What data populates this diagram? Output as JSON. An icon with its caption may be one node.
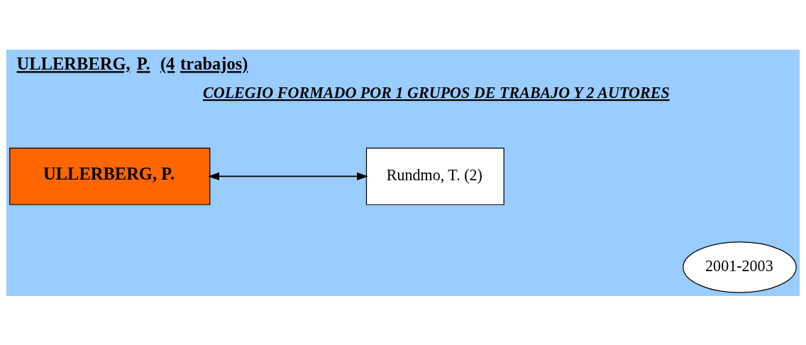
{
  "diagram": {
    "title": "ULLERBERG, P.  (4 trabajos)",
    "nodes": [
      {
        "text": [
          "ULLERBERG, P."
        ]
      },
      {
        "text": [
          "Rundmo, T. (2)"
        ]
      },
      {
        "text": [
          "2001-2003"
        ]
      }
    ],
    "edges": [
      {
        "from": 0,
        "to": 1,
        "arrow": "both"
      }
    ],
    "labels": [
      "COLEGIO FORMADO POR 1 GRUPOS DE TRABAJO Y 2 AUTORES"
    ]
  }
}
